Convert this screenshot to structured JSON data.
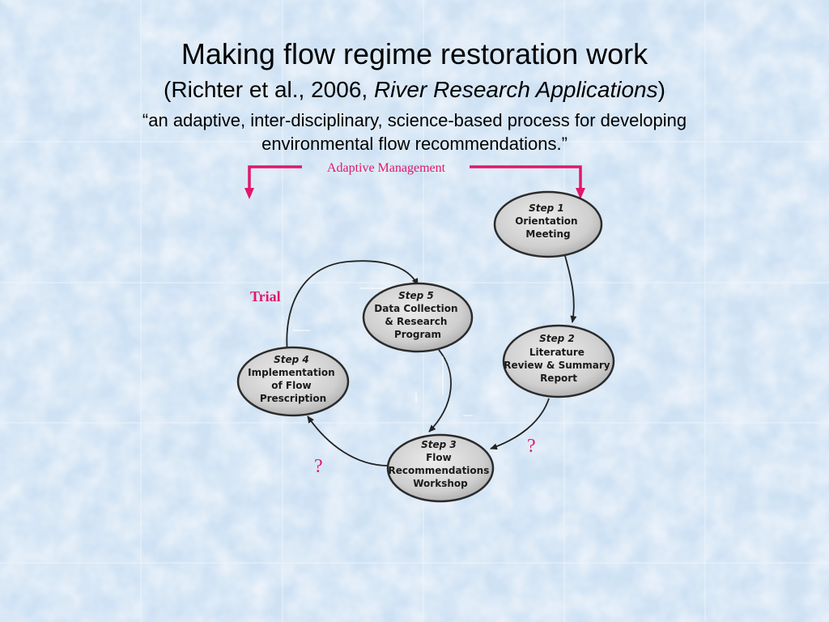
{
  "slide": {
    "title": "Making flow regime restoration work",
    "citation_prefix": "(Richter et al., 2006, ",
    "citation_journal": "River Research Applications",
    "citation_suffix": ")",
    "quote_line1": "“an adaptive, inter-disciplinary, science-based process for developing",
    "quote_line2": "environmental flow recommendations.”"
  },
  "diagram": {
    "adaptive_label": "Adaptive Management",
    "trial_label": "Trial",
    "question_right": "?",
    "question_left": "?",
    "steps": [
      {
        "id": "step1",
        "lines": [
          "Step 1",
          "Orientation",
          "Meeting"
        ]
      },
      {
        "id": "step2",
        "lines": [
          "Step 2",
          "Literature",
          "Review & Summary",
          "Report"
        ]
      },
      {
        "id": "step3",
        "lines": [
          "Step 3",
          "Flow",
          "Recommendations",
          "Workshop"
        ]
      },
      {
        "id": "step4",
        "lines": [
          "Step 4",
          "Implementation",
          "of Flow",
          "Prescription"
        ]
      },
      {
        "id": "step5",
        "lines": [
          "Step 5",
          "Data Collection",
          "& Research",
          "Program"
        ]
      }
    ]
  },
  "colors": {
    "accent": "#e0186a",
    "background": "#d9e9f7",
    "ellipse_fill": "#cfcfcf",
    "ellipse_stroke": "#2b2b2b"
  }
}
